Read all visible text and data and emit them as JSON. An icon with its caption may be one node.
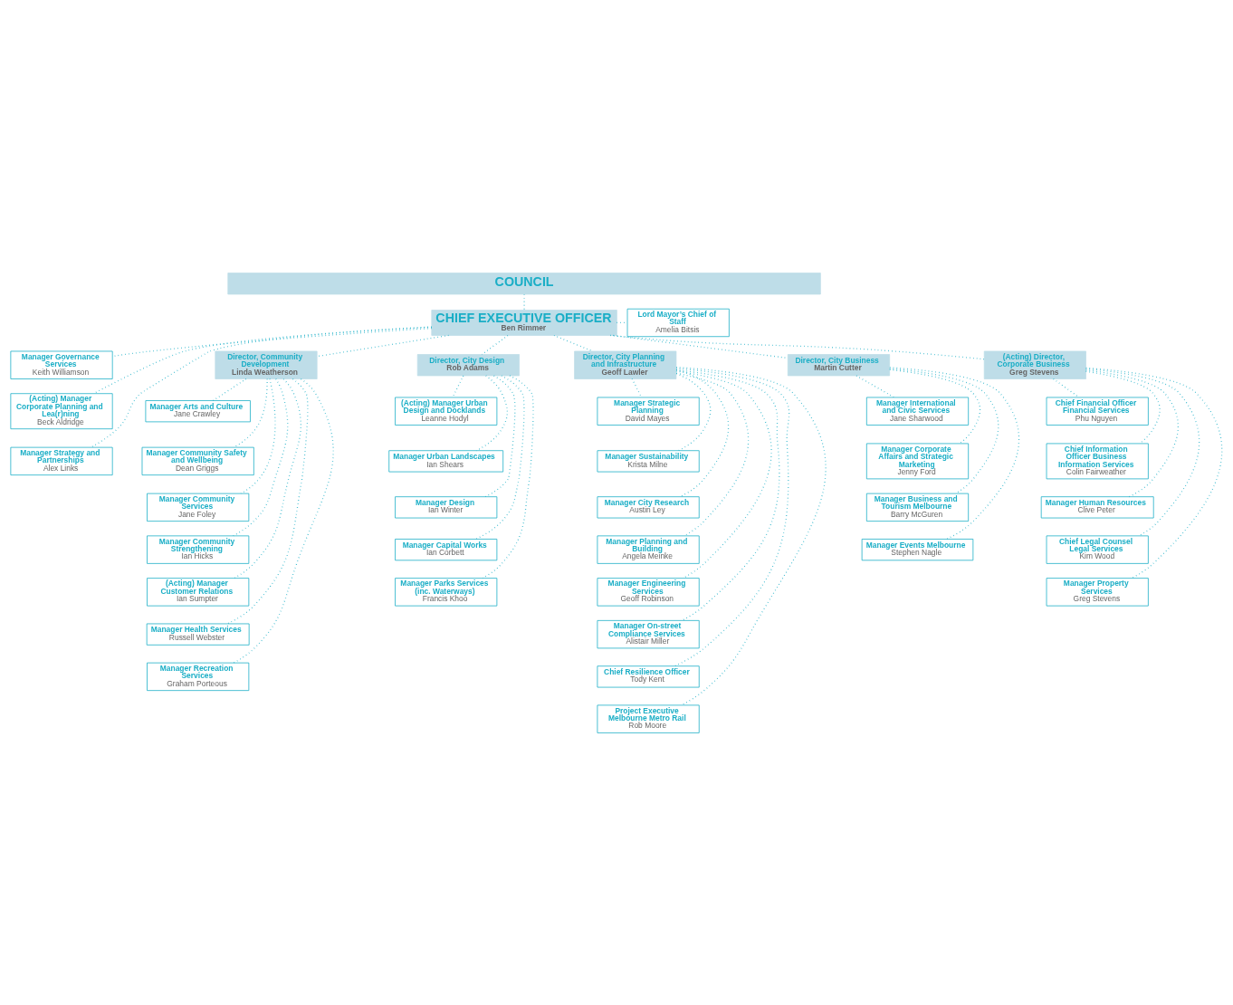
{
  "diagram": {
    "nodes": [
      {
        "text": [
          "COUNCIL"
        ]
      },
      {
        "text": [
          "CHIEF EXECUTIVE OFFICER",
          "Ben Rimmer"
        ]
      },
      {
        "text": [
          "Lord Mayor’s Chief of Staff",
          "Amelia Bitsis"
        ]
      },
      {
        "text": [
          "Manager Governance Services",
          "Keith Williamson"
        ]
      },
      {
        "text": [
          "(Acting) Manager Corporate Planning and Lea(r)ning",
          "Beck Aldridge"
        ]
      },
      {
        "text": [
          "Manager Strategy and Partnerships",
          "Alex Links"
        ]
      },
      {
        "text": [
          "Director, Community Development",
          "Linda Weatherson"
        ]
      },
      {
        "text": [
          "Manager Arts and Culture",
          "Jane Crawley"
        ]
      },
      {
        "text": [
          "Manager Community Safety and Wellbeing",
          "Dean Griggs"
        ]
      },
      {
        "text": [
          "Manager Community Services",
          "Jane Foley"
        ]
      },
      {
        "text": [
          "Manager Community Strengthening",
          "Ian Hicks"
        ]
      },
      {
        "text": [
          "(Acting) Manager Customer Relations",
          "Ian Sumpter"
        ]
      },
      {
        "text": [
          "Manager Health Services",
          "Russell Webster"
        ]
      },
      {
        "text": [
          "Manager Recreation Services",
          "Graham Porteous"
        ]
      },
      {
        "text": [
          "Director, City Design",
          "Rob Adams"
        ]
      },
      {
        "text": [
          "(Acting) Manager Urban Design and Docklands",
          "Leanne Hodyl"
        ]
      },
      {
        "text": [
          "Manager Urban Landscapes",
          "Ian Shears"
        ]
      },
      {
        "text": [
          "Manager Design",
          "Ian Winter"
        ]
      },
      {
        "text": [
          "Manager Capital Works",
          "Ian Corbett"
        ]
      },
      {
        "text": [
          "Manager Parks Services (inc. Waterways)",
          "Francis Khoo"
        ]
      },
      {
        "text": [
          "Director, City Planning and Infrastructure",
          "Geoff Lawler"
        ]
      },
      {
        "text": [
          "Manager Strategic Planning",
          "David Mayes"
        ]
      },
      {
        "text": [
          "Manager Sustainability",
          "Krista Milne"
        ]
      },
      {
        "text": [
          "Manager City Research",
          "Austin Ley"
        ]
      },
      {
        "text": [
          "Manager Planning and Building",
          "Angela Meinke"
        ]
      },
      {
        "text": [
          "Manager Engineering Services",
          "Geoff Robinson"
        ]
      },
      {
        "text": [
          "Manager On-street Compliance Services",
          "Alistair Miller"
        ]
      },
      {
        "text": [
          "Chief Resilience Officer",
          "Tody Kent"
        ]
      },
      {
        "text": [
          "Project Executive Melbourne Metro Rail",
          "Rob Moore"
        ]
      },
      {
        "text": [
          "Director, City Business",
          "Martin Cutter"
        ]
      },
      {
        "text": [
          "Manager International and Civic Services",
          "Jane Sharwood"
        ]
      },
      {
        "text": [
          "Manager Corporate Affairs and Strategic Marketing",
          "Jenny Ford"
        ]
      },
      {
        "text": [
          "Manager Business and Tourism Melbourne",
          "Barry McGuren"
        ]
      },
      {
        "text": [
          "Manager Events Melbourne",
          "Stephen Nagle"
        ]
      },
      {
        "text": [
          "(Acting) Director, Corporate Business",
          "Greg Stevens"
        ]
      },
      {
        "text": [
          "Chief Financial Officer Financial Services",
          "Phu Nguyen"
        ]
      },
      {
        "text": [
          "Chief Information Officer Business Information Services",
          "Colin Fairweather"
        ]
      },
      {
        "text": [
          "Manager Human Resources",
          "Clive Peter"
        ]
      },
      {
        "text": [
          "Chief Legal Counsel Legal Services",
          "Kim Wood"
        ]
      },
      {
        "text": [
          "Manager Property Services",
          "Greg Stevens"
        ]
      }
    ],
    "edges": [
      {
        "from": 0,
        "to": 1,
        "arrow": "none"
      },
      {
        "from": 1,
        "to": 2,
        "arrow": "none"
      },
      {
        "from": 1,
        "to": 3,
        "arrow": "none"
      },
      {
        "from": 1,
        "to": 4,
        "arrow": "none"
      },
      {
        "from": 1,
        "to": 5,
        "arrow": "none"
      },
      {
        "from": 1,
        "to": 6,
        "arrow": "none"
      },
      {
        "from": 1,
        "to": 14,
        "arrow": "none"
      },
      {
        "from": 1,
        "to": 20,
        "arrow": "none"
      },
      {
        "from": 1,
        "to": 29,
        "arrow": "none"
      },
      {
        "from": 1,
        "to": 34,
        "arrow": "none"
      },
      {
        "from": 6,
        "to": 7,
        "arrow": "none"
      },
      {
        "from": 6,
        "to": 8,
        "arrow": "none"
      },
      {
        "from": 6,
        "to": 9,
        "arrow": "none"
      },
      {
        "from": 6,
        "to": 10,
        "arrow": "none"
      },
      {
        "from": 6,
        "to": 11,
        "arrow": "none"
      },
      {
        "from": 6,
        "to": 12,
        "arrow": "none"
      },
      {
        "from": 6,
        "to": 13,
        "arrow": "none"
      },
      {
        "from": 14,
        "to": 15,
        "arrow": "none"
      },
      {
        "from": 14,
        "to": 16,
        "arrow": "none"
      },
      {
        "from": 14,
        "to": 17,
        "arrow": "none"
      },
      {
        "from": 14,
        "to": 18,
        "arrow": "none"
      },
      {
        "from": 14,
        "to": 19,
        "arrow": "none"
      },
      {
        "from": 20,
        "to": 21,
        "arrow": "none"
      },
      {
        "from": 20,
        "to": 22,
        "arrow": "none"
      },
      {
        "from": 20,
        "to": 23,
        "arrow": "none"
      },
      {
        "from": 20,
        "to": 24,
        "arrow": "none"
      },
      {
        "from": 20,
        "to": 25,
        "arrow": "none"
      },
      {
        "from": 20,
        "to": 26,
        "arrow": "none"
      },
      {
        "from": 20,
        "to": 27,
        "arrow": "none"
      },
      {
        "from": 20,
        "to": 28,
        "arrow": "none"
      },
      {
        "from": 29,
        "to": 30,
        "arrow": "none"
      },
      {
        "from": 29,
        "to": 31,
        "arrow": "none"
      },
      {
        "from": 29,
        "to": 32,
        "arrow": "none"
      },
      {
        "from": 29,
        "to": 33,
        "arrow": "none"
      },
      {
        "from": 34,
        "to": 35,
        "arrow": "none"
      },
      {
        "from": 34,
        "to": 36,
        "arrow": "none"
      },
      {
        "from": 34,
        "to": 37,
        "arrow": "none"
      },
      {
        "from": 34,
        "to": 38,
        "arrow": "none"
      },
      {
        "from": 34,
        "to": 39,
        "arrow": "none"
      }
    ]
  }
}
